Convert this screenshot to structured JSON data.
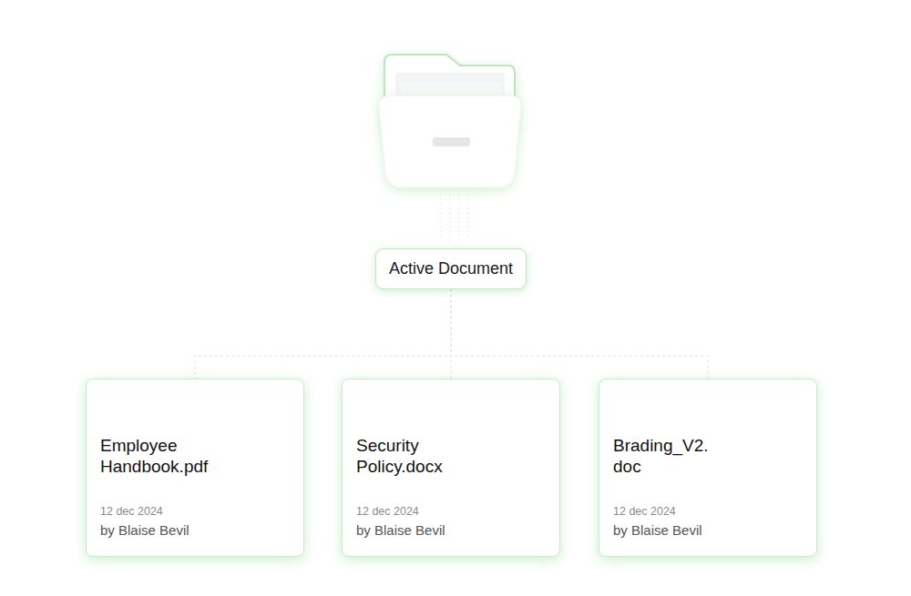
{
  "diagram": {
    "nodes": [
      {
        "text": [
          "Active Document"
        ]
      },
      {
        "text": [
          "Employee Handbook.pdf",
          "12 dec 2024",
          "by Blaise Bevil"
        ]
      },
      {
        "text": [
          "Security Policy.docx",
          "12 dec 2024",
          "by Blaise Bevil"
        ]
      },
      {
        "text": [
          "Brading_V2. doc",
          "12 dec 2024",
          "by Blaise Bevil"
        ]
      }
    ],
    "edges": [
      {
        "from": 0,
        "to": 1,
        "arrow": "none"
      },
      {
        "from": 0,
        "to": 2,
        "arrow": "none"
      },
      {
        "from": 0,
        "to": 3,
        "arrow": "none"
      }
    ]
  }
}
